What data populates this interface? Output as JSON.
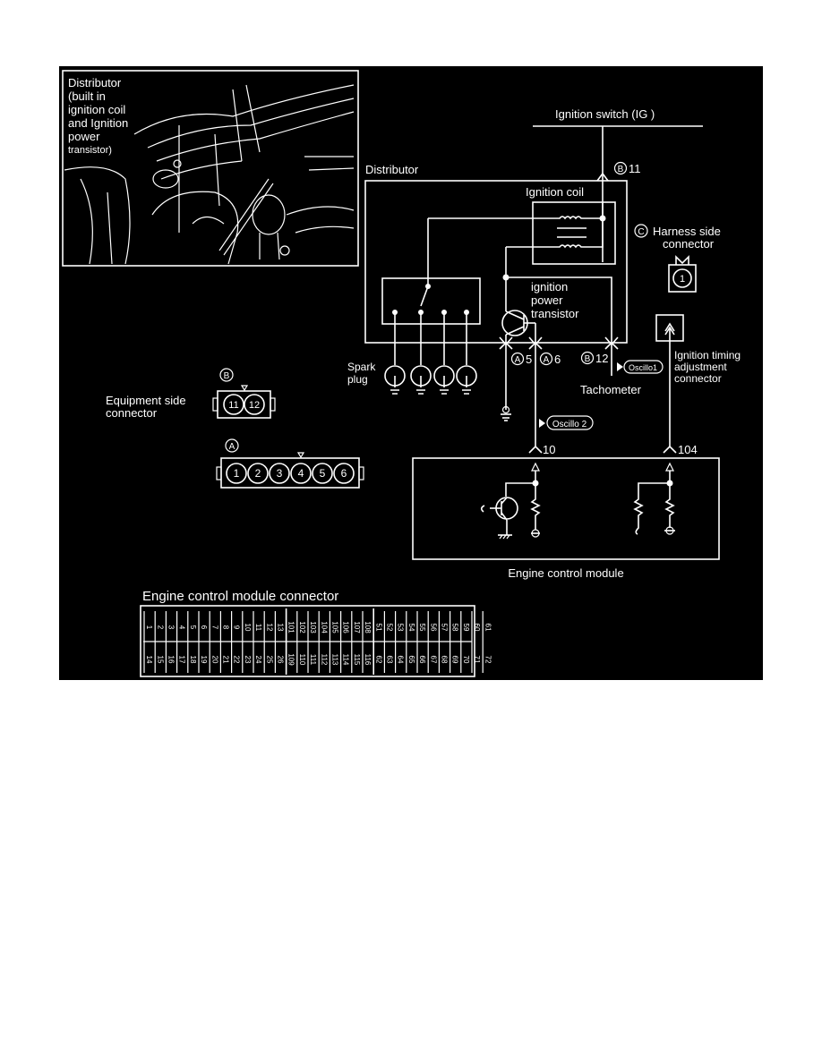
{
  "photo_inset": {
    "caption_lines": [
      "Distributor",
      "(built in",
      "ignition coil",
      "and Ignition",
      "power",
      "transistor)"
    ]
  },
  "labels": {
    "ignition_switch": "Ignition switch (IG )",
    "distributor": "Distributor",
    "ignition_coil": "Ignition coil",
    "power_transistor_lines": [
      "ignition",
      "power",
      "transistor"
    ],
    "spark_plug_lines": [
      "Spark",
      "plug"
    ],
    "harness_side_connector_lines": [
      "Harness side",
      "connector"
    ],
    "harness_side_connector_letter": "C",
    "harness_side_connector_pin": "1",
    "tachometer": "Tachometer",
    "ignition_timing_lines": [
      "Ignition timing",
      "adjustment",
      "connector"
    ],
    "equipment_side_connector_lines": [
      "Equipment side",
      "connector"
    ],
    "engine_control_module": "Engine control module",
    "ecm_connector_title": "Engine control module connector"
  },
  "terminals": {
    "b11": {
      "letter": "B",
      "num": "11"
    },
    "a5": {
      "letter": "A",
      "num": "5"
    },
    "a6": {
      "letter": "A",
      "num": "6"
    },
    "b12": {
      "letter": "B",
      "num": "12"
    },
    "ecm10": "10",
    "ecm104": "104"
  },
  "oscilloscope_tags": {
    "osc1": "Oscillo1",
    "osc2": "Oscillo 2"
  },
  "connector_b": {
    "letter": "B",
    "pins": [
      "11",
      "12"
    ]
  },
  "connector_a": {
    "letter": "A",
    "pins": [
      "1",
      "2",
      "3",
      "4",
      "5",
      "6"
    ]
  },
  "ecm_connector": {
    "blocks": [
      {
        "top": [
          "1",
          "2",
          "3",
          "4",
          "5",
          "6",
          "7",
          "8",
          "9",
          "10",
          "11",
          "12",
          "13"
        ],
        "bottom": [
          "14",
          "15",
          "16",
          "17",
          "18",
          "19",
          "20",
          "21",
          "22",
          "23",
          "24",
          "25",
          "26"
        ]
      },
      {
        "top": [
          "101",
          "102",
          "103",
          "104",
          "105",
          "106",
          "107",
          "108"
        ],
        "bottom": [
          "109",
          "110",
          "111",
          "112",
          "113",
          "114",
          "115",
          "116"
        ]
      },
      {
        "top": [
          "51",
          "52",
          "53",
          "54",
          "55",
          "56",
          "57",
          "58",
          "59",
          "60",
          "61"
        ],
        "bottom": [
          "62",
          "63",
          "64",
          "65",
          "66",
          "67",
          "68",
          "69",
          "70",
          "71",
          "72"
        ]
      }
    ]
  },
  "colors": {
    "background": "#000000",
    "line": "#ffffff",
    "page": "#ffffff"
  }
}
